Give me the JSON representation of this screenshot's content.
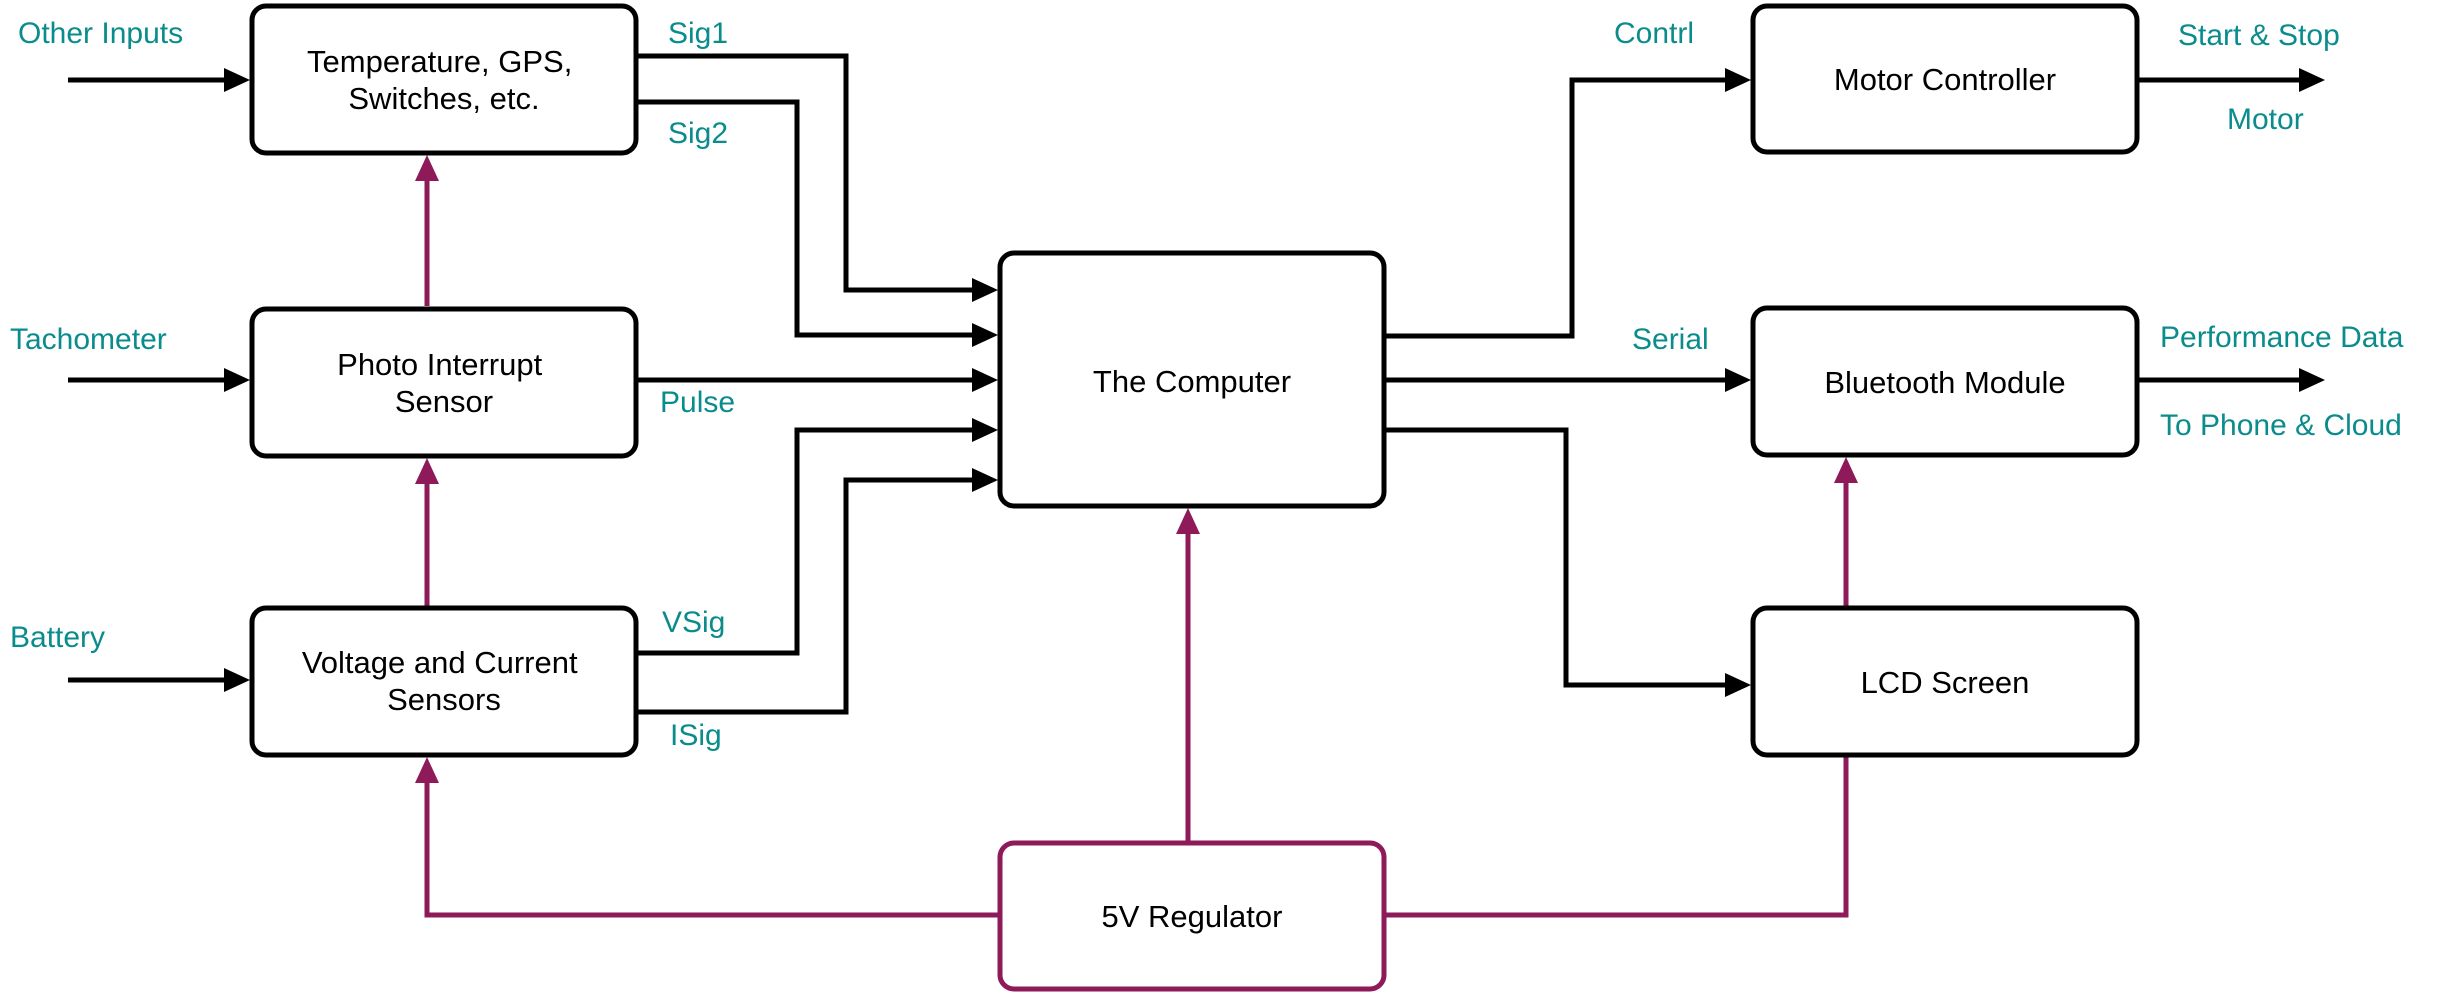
{
  "colors": {
    "signal": "#000000",
    "power": "#8e1a5a",
    "label": "#0b8c8c",
    "box_border": "#000000",
    "regulator_border": "#8e1a5a",
    "background": "#ffffff"
  },
  "boxes": {
    "temperature_gps": {
      "lines": [
        "Temperature, GPS,",
        "Switches, etc."
      ]
    },
    "photo_interrupt": {
      "lines": [
        "Photo Interrupt",
        "Sensor"
      ]
    },
    "voltage_current": {
      "lines": [
        "Voltage and Current",
        "Sensors"
      ]
    },
    "computer": {
      "lines": [
        "The Computer"
      ]
    },
    "regulator": {
      "lines": [
        "5V Regulator"
      ]
    },
    "motor_controller": {
      "lines": [
        "Motor Controller"
      ]
    },
    "bluetooth": {
      "lines": [
        "Bluetooth Module"
      ]
    },
    "lcd": {
      "lines": [
        "LCD Screen"
      ]
    }
  },
  "labels": {
    "other_inputs": "Other Inputs",
    "tachometer": "Tachometer",
    "battery": "Battery",
    "sig1": "Sig1",
    "sig2": "Sig2",
    "pulse": "Pulse",
    "vsig": "VSig",
    "isig": "ISig",
    "contrl": "Contrl",
    "serial": "Serial",
    "start_stop": "Start & Stop",
    "motor": "Motor",
    "performance_data": "Performance Data",
    "to_phone_cloud": "To Phone & Cloud"
  }
}
